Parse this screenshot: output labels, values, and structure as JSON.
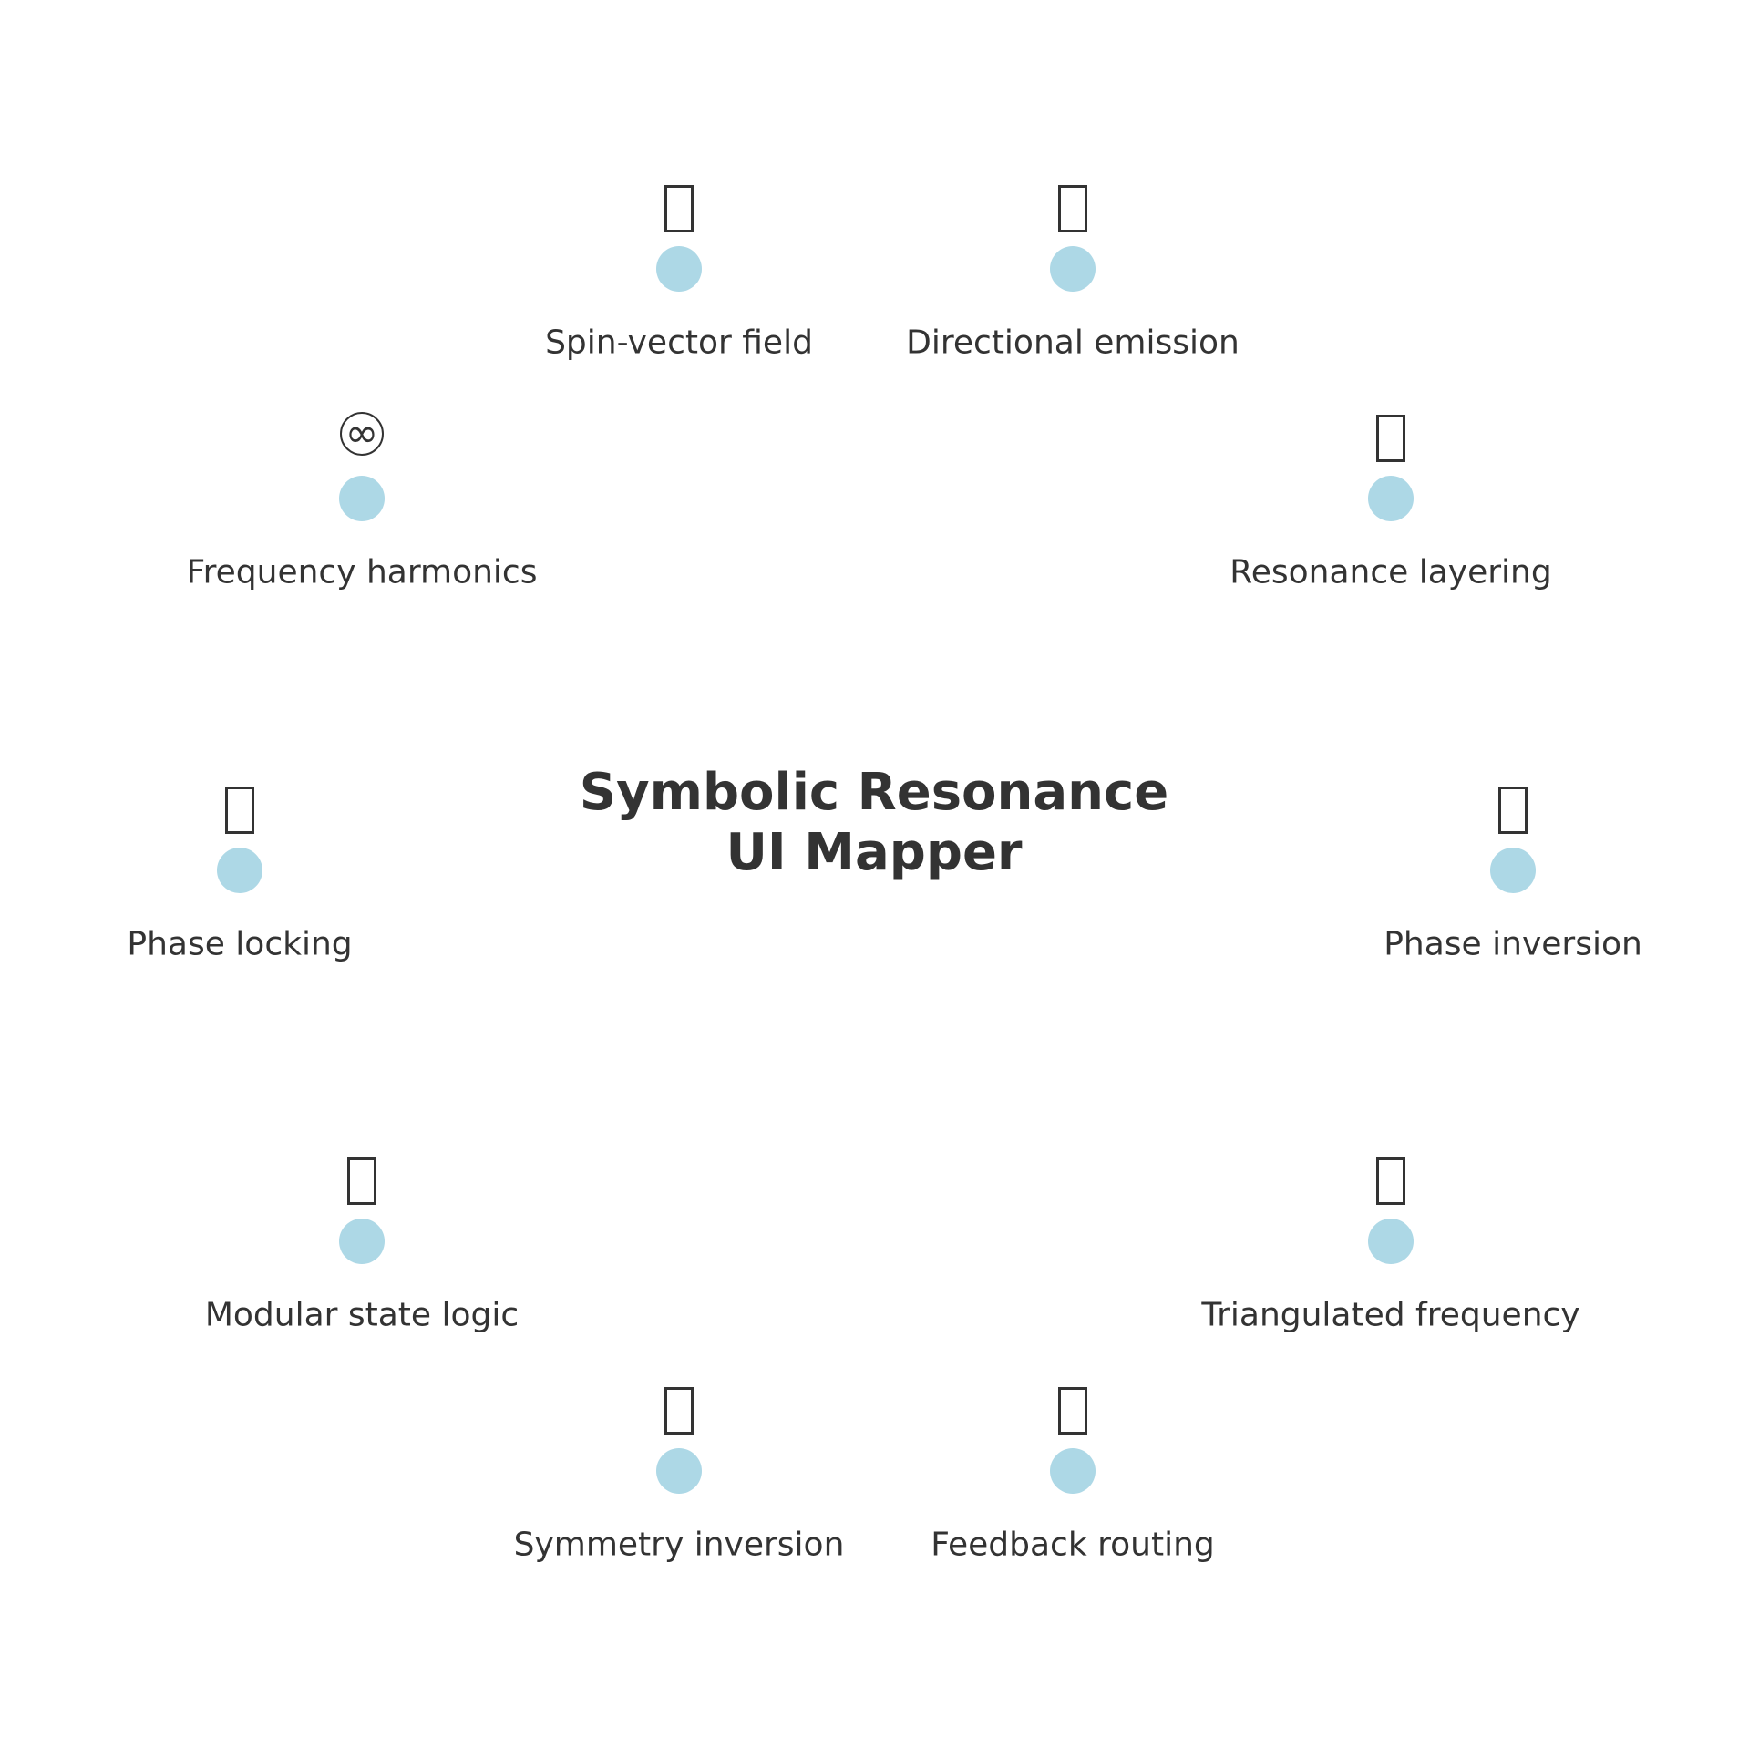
{
  "title": {
    "line1": "Symbolic Resonance",
    "line2": "UI Mapper"
  },
  "colors": {
    "node_fill": "#add8e6",
    "text": "#333333",
    "background": "#ffffff"
  },
  "nodes": [
    {
      "label": "Spin-vector field",
      "icon": "box-glyph-icon"
    },
    {
      "label": "Directional emission",
      "icon": "box-glyph-icon"
    },
    {
      "label": "Frequency harmonics",
      "icon": "circled-infinity-icon",
      "glyph": "∞"
    },
    {
      "label": "Resonance layering",
      "icon": "box-glyph-icon"
    },
    {
      "label": "Phase locking",
      "icon": "box-glyph-icon"
    },
    {
      "label": "Phase inversion",
      "icon": "box-glyph-icon"
    },
    {
      "label": "Modular state logic",
      "icon": "box-glyph-icon"
    },
    {
      "label": "Triangulated frequency",
      "icon": "box-glyph-icon"
    },
    {
      "label": "Symmetry inversion",
      "icon": "box-glyph-icon"
    },
    {
      "label": "Feedback routing",
      "icon": "box-glyph-icon"
    }
  ]
}
